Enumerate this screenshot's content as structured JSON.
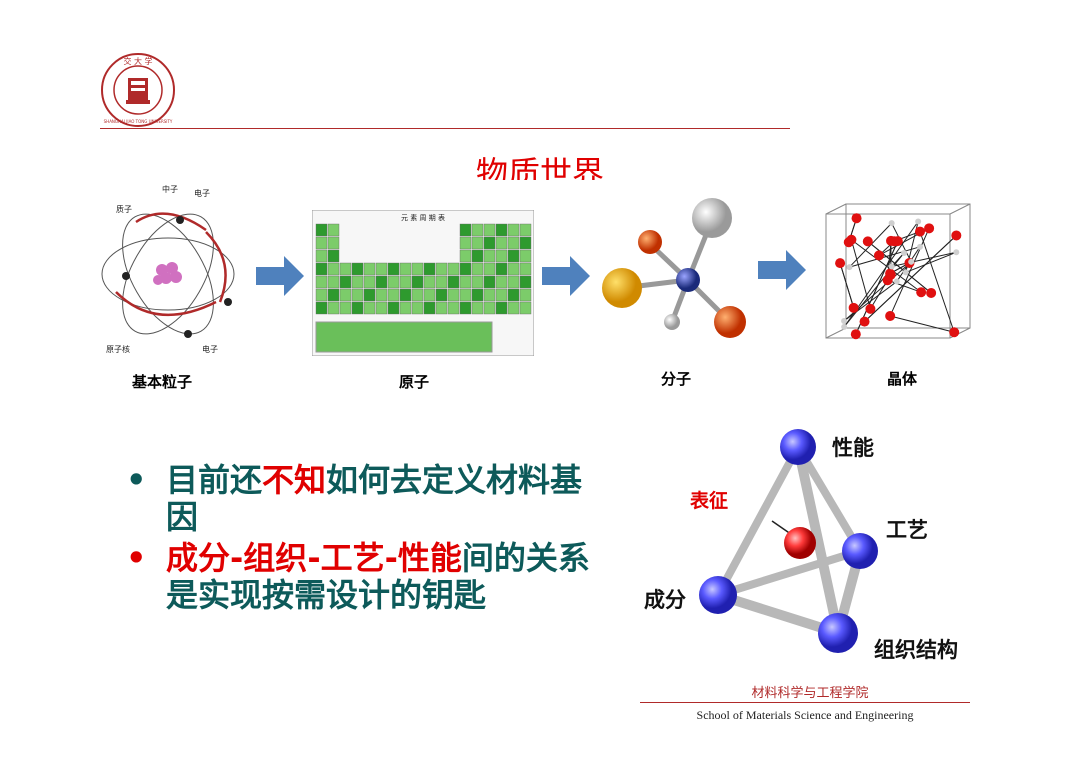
{
  "header": {
    "title": "物质世界"
  },
  "logo": {
    "icon": "university-seal-icon",
    "text_top": "交 大 学",
    "text_bottom": "SHANGHAI JIAO TONG UNIVERSITY"
  },
  "pipeline": {
    "items": [
      {
        "caption": "基本粒子",
        "labels": [
          "中子",
          "电子",
          "质子",
          "原子核",
          "电子"
        ]
      },
      {
        "caption": "原子",
        "labels": [
          "元 素 周 期 表"
        ]
      },
      {
        "caption": "分子"
      },
      {
        "caption": "晶体"
      }
    ],
    "arrow_color": "#4f81bd"
  },
  "bullets": {
    "b1": {
      "pre": "目前还",
      "highlight": "不知",
      "post": "如何去定义材料基因"
    },
    "b2": {
      "p1": "成分",
      "s1": "-",
      "p2": "组织",
      "s2": "-",
      "p3": "工艺",
      "s3": "-",
      "p4": "性能",
      "post": "间的关系是实现按需设计的钥匙"
    }
  },
  "diagram": {
    "nodes": {
      "top": "性能",
      "right": "工艺",
      "left": "成分",
      "bottom": "组织结构",
      "center": "表征"
    },
    "node_color": "#5a5aff",
    "center_color": "#ff3b3b",
    "edge_color": "#b8b8b8"
  },
  "footer": {
    "cn": "材料科学与工程学院",
    "en": "School of Materials Science and Engineering"
  }
}
